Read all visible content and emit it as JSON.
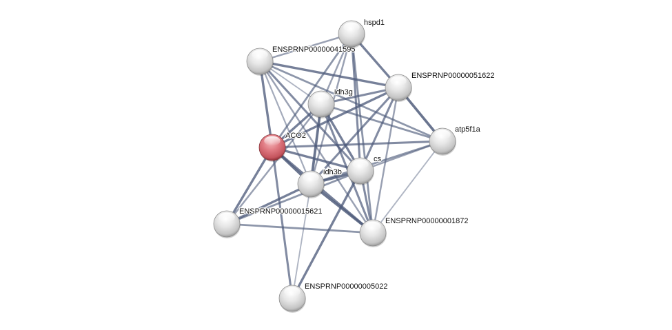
{
  "network": {
    "title": "Protein interaction network",
    "query_color": "#d9606a",
    "node_color": "#dcdcdc",
    "edge_color": "#4d5a7a",
    "nodes": [
      {
        "id": "n41",
        "label": "ENSPRNP00000041595",
        "query": false
      },
      {
        "id": "hspd1",
        "label": "hspd1",
        "query": false
      },
      {
        "id": "n51622",
        "label": "ENSPRNP00000051622",
        "query": false
      },
      {
        "id": "idh3g",
        "label": "idh3g",
        "query": false
      },
      {
        "id": "aco2",
        "label": "ACO2",
        "query": true
      },
      {
        "id": "atp5f1a",
        "label": "atp5f1a",
        "query": false
      },
      {
        "id": "cs",
        "label": "cs",
        "query": false
      },
      {
        "id": "idh3b",
        "label": "idh3b",
        "query": false
      },
      {
        "id": "n15621",
        "label": "ENSPRNP00000015621",
        "query": false
      },
      {
        "id": "n1872",
        "label": "ENSPRNP00000001872",
        "query": false
      },
      {
        "id": "n5022",
        "label": "ENSPRNP00000005022",
        "query": false
      }
    ],
    "edges": [
      {
        "source": "n41",
        "target": "hspd1",
        "strength": 0.5
      },
      {
        "source": "n41",
        "target": "n51622",
        "strength": 0.8
      },
      {
        "source": "n41",
        "target": "idh3g",
        "strength": 0.3
      },
      {
        "source": "n41",
        "target": "aco2",
        "strength": 0.8
      },
      {
        "source": "n41",
        "target": "cs",
        "strength": 0.7
      },
      {
        "source": "n41",
        "target": "idh3b",
        "strength": 0.4
      },
      {
        "source": "n41",
        "target": "n1872",
        "strength": 0.5
      },
      {
        "source": "n41",
        "target": "atp5f1a",
        "strength": 0.6
      },
      {
        "source": "hspd1",
        "target": "n51622",
        "strength": 0.8
      },
      {
        "source": "hspd1",
        "target": "idh3g",
        "strength": 0.5
      },
      {
        "source": "hspd1",
        "target": "aco2",
        "strength": 0.6
      },
      {
        "source": "hspd1",
        "target": "cs",
        "strength": 0.7
      },
      {
        "source": "hspd1",
        "target": "idh3b",
        "strength": 0.5
      },
      {
        "source": "hspd1",
        "target": "n1872",
        "strength": 0.6
      },
      {
        "source": "n51622",
        "target": "idh3g",
        "strength": 0.7
      },
      {
        "source": "n51622",
        "target": "aco2",
        "strength": 0.8
      },
      {
        "source": "n51622",
        "target": "atp5f1a",
        "strength": 0.9
      },
      {
        "source": "n51622",
        "target": "cs",
        "strength": 0.7
      },
      {
        "source": "n51622",
        "target": "idh3b",
        "strength": 0.7
      },
      {
        "source": "n51622",
        "target": "n1872",
        "strength": 0.5
      },
      {
        "source": "idh3g",
        "target": "aco2",
        "strength": 0.8
      },
      {
        "source": "idh3g",
        "target": "cs",
        "strength": 0.8
      },
      {
        "source": "idh3g",
        "target": "idh3b",
        "strength": 0.9
      },
      {
        "source": "idh3g",
        "target": "n1872",
        "strength": 0.7
      },
      {
        "source": "idh3g",
        "target": "atp5f1a",
        "strength": 0.6
      },
      {
        "source": "idh3g",
        "target": "n15621",
        "strength": 0.5
      },
      {
        "source": "aco2",
        "target": "atp5f1a",
        "strength": 0.7
      },
      {
        "source": "aco2",
        "target": "cs",
        "strength": 0.8
      },
      {
        "source": "aco2",
        "target": "idh3b",
        "strength": 0.9
      },
      {
        "source": "aco2",
        "target": "n15621",
        "strength": 0.8
      },
      {
        "source": "aco2",
        "target": "n1872",
        "strength": 0.8
      },
      {
        "source": "aco2",
        "target": "n5022",
        "strength": 0.7
      },
      {
        "source": "atp5f1a",
        "target": "cs",
        "strength": 0.5
      },
      {
        "source": "atp5f1a",
        "target": "idh3b",
        "strength": 0.6
      },
      {
        "source": "atp5f1a",
        "target": "n1872",
        "strength": 0.3
      },
      {
        "source": "cs",
        "target": "idh3b",
        "strength": 0.9
      },
      {
        "source": "cs",
        "target": "n15621",
        "strength": 0.6
      },
      {
        "source": "cs",
        "target": "n1872",
        "strength": 0.7
      },
      {
        "source": "cs",
        "target": "n5022",
        "strength": 0.8
      },
      {
        "source": "idh3b",
        "target": "n15621",
        "strength": 0.8
      },
      {
        "source": "idh3b",
        "target": "n1872",
        "strength": 0.9
      },
      {
        "source": "idh3b",
        "target": "n5022",
        "strength": 0.3
      },
      {
        "source": "n15621",
        "target": "n1872",
        "strength": 0.6
      }
    ]
  }
}
